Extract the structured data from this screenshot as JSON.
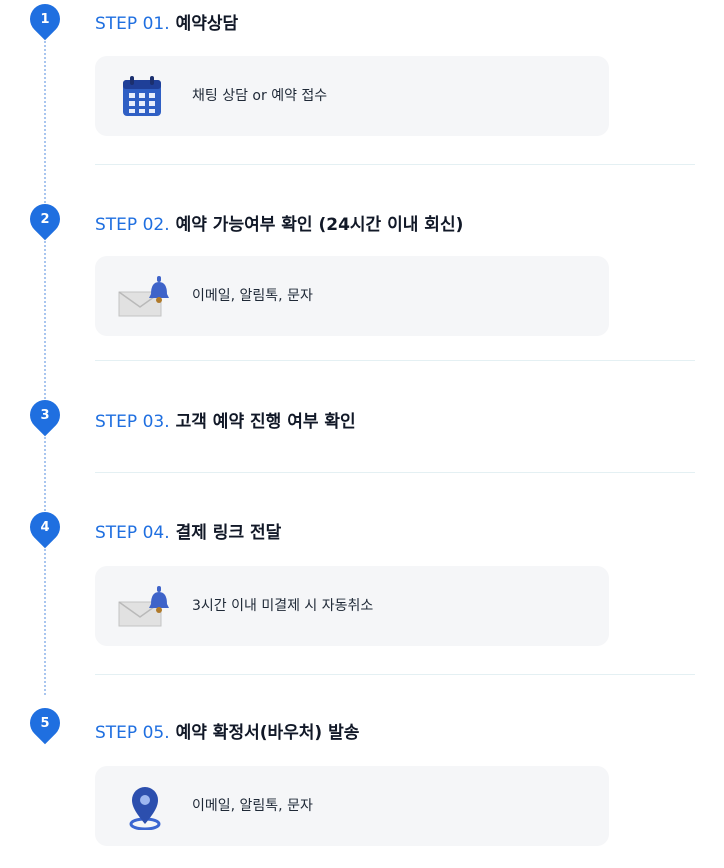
{
  "steps": [
    {
      "number": "1",
      "prefix": "STEP 01.",
      "title": "예약상담",
      "detail": "채팅 상담 or 예약 접수",
      "icon": "calendar-icon"
    },
    {
      "number": "2",
      "prefix": "STEP 02.",
      "title": "예약 가능여부 확인 (24시간 이내 회신)",
      "detail": "이메일, 알림톡, 문자",
      "icon": "mail-bell-icon"
    },
    {
      "number": "3",
      "prefix": "STEP 03.",
      "title": "고객 예약 진행 여부 확인",
      "detail": "",
      "icon": ""
    },
    {
      "number": "4",
      "prefix": "STEP 04.",
      "title": "결제 링크 전달",
      "detail": "3시간 이내 미결제 시 자동취소",
      "icon": "mail-bell-icon"
    },
    {
      "number": "5",
      "prefix": "STEP 05.",
      "title": "예약 확정서(바우처) 발송",
      "detail": "이메일, 알림톡, 문자",
      "icon": "location-pin-icon"
    }
  ],
  "colors": {
    "accent": "#1f6fe0",
    "card_bg": "#f5f6f8",
    "timeline": "#a9c6ef"
  }
}
